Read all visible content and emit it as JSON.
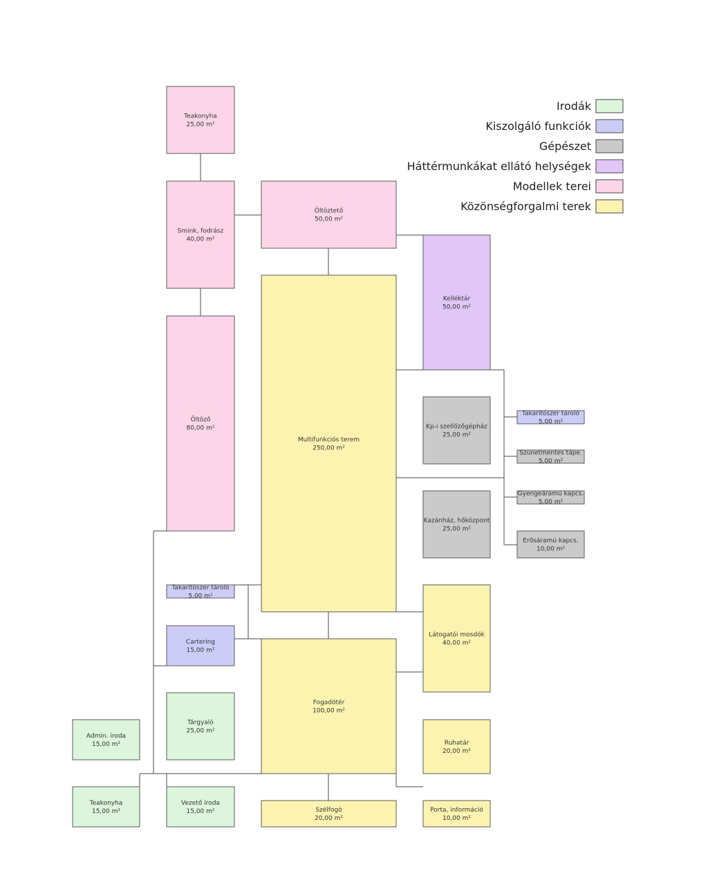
{
  "colors": {
    "office": "#dcf5dc",
    "service": "#cccdf7",
    "mechanical": "#cacaca",
    "backstage": "#e2c6f7",
    "models": "#fcd6e8",
    "public": "#fdf3b0"
  },
  "legend": [
    {
      "label": "Irodák",
      "category": "office"
    },
    {
      "label": "Kiszolgáló funkciók",
      "category": "service"
    },
    {
      "label": "Gépészet",
      "category": "mechanical"
    },
    {
      "label": "Háttérmunkákat ellátó helységek",
      "category": "backstage"
    },
    {
      "label": "Modellek terei",
      "category": "models"
    },
    {
      "label": "Közönségforgalmi terek",
      "category": "public"
    }
  ],
  "rooms": [
    {
      "id": "teakonyha-top",
      "name": "Teakonyha",
      "area": "25,00 m²",
      "category": "models"
    },
    {
      "id": "smink",
      "name": "Smink, fodrász",
      "area": "40,00 m²",
      "category": "models"
    },
    {
      "id": "oltozo",
      "name": "Öltöző",
      "area": "80,00 m²",
      "category": "models"
    },
    {
      "id": "oltozteto",
      "name": "Öltöztető",
      "area": "50,00 m²",
      "category": "models"
    },
    {
      "id": "multifunkcios",
      "name": "Multifunkciós terem",
      "area": "250,00 m²",
      "category": "public"
    },
    {
      "id": "kellektar",
      "name": "Kelléktár",
      "area": "50,00 m²",
      "category": "backstage"
    },
    {
      "id": "takaritoszer-right",
      "name": "Takarítószer tároló",
      "area": "5,00 m²",
      "category": "service"
    },
    {
      "id": "kpi-szellozo",
      "name": "Kp-i szellőzőgépház",
      "area": "25,00 m²",
      "category": "mechanical"
    },
    {
      "id": "szunetmentes",
      "name": "Szünetmentes tápe.",
      "area": "5,00 m²",
      "category": "mechanical"
    },
    {
      "id": "gyengearamu",
      "name": "Gyengeáramú kapcs.",
      "area": "5,00 m²",
      "category": "mechanical"
    },
    {
      "id": "kazanhaz",
      "name": "Kazánház, hőközpont",
      "area": "25,00 m²",
      "category": "mechanical"
    },
    {
      "id": "erosaramu",
      "name": "Erősáramú kapcs.",
      "area": "10,00 m²",
      "category": "mechanical"
    },
    {
      "id": "takaritoszer-left",
      "name": "Takarítószer tároló",
      "area": "5,00 m²",
      "category": "service"
    },
    {
      "id": "catering",
      "name": "Cartering",
      "area": "15,00 m²",
      "category": "service"
    },
    {
      "id": "latogatoi-mosdok",
      "name": "Látogatói mosdók",
      "area": "40,00 m²",
      "category": "public"
    },
    {
      "id": "fogadoter",
      "name": "Fogadótér",
      "area": "100,00 m²",
      "category": "public"
    },
    {
      "id": "targyalo",
      "name": "Tárgyaló",
      "area": "25,00 m²",
      "category": "office"
    },
    {
      "id": "admin-iroda",
      "name": "Admin. iroda",
      "area": "15,00 m²",
      "category": "office"
    },
    {
      "id": "ruhatar",
      "name": "Ruhatár",
      "area": "20,00 m²",
      "category": "public"
    },
    {
      "id": "teakonyha-bottom",
      "name": "Teakonyha",
      "area": "15,00 m²",
      "category": "office"
    },
    {
      "id": "vezeto-iroda",
      "name": "Vezető iroda",
      "area": "15,00 m²",
      "category": "office"
    },
    {
      "id": "szelfogo",
      "name": "Szélfogó",
      "area": "20,00 m²",
      "category": "public"
    },
    {
      "id": "porta",
      "name": "Porta, információ",
      "area": "10,00 m²",
      "category": "public"
    }
  ]
}
